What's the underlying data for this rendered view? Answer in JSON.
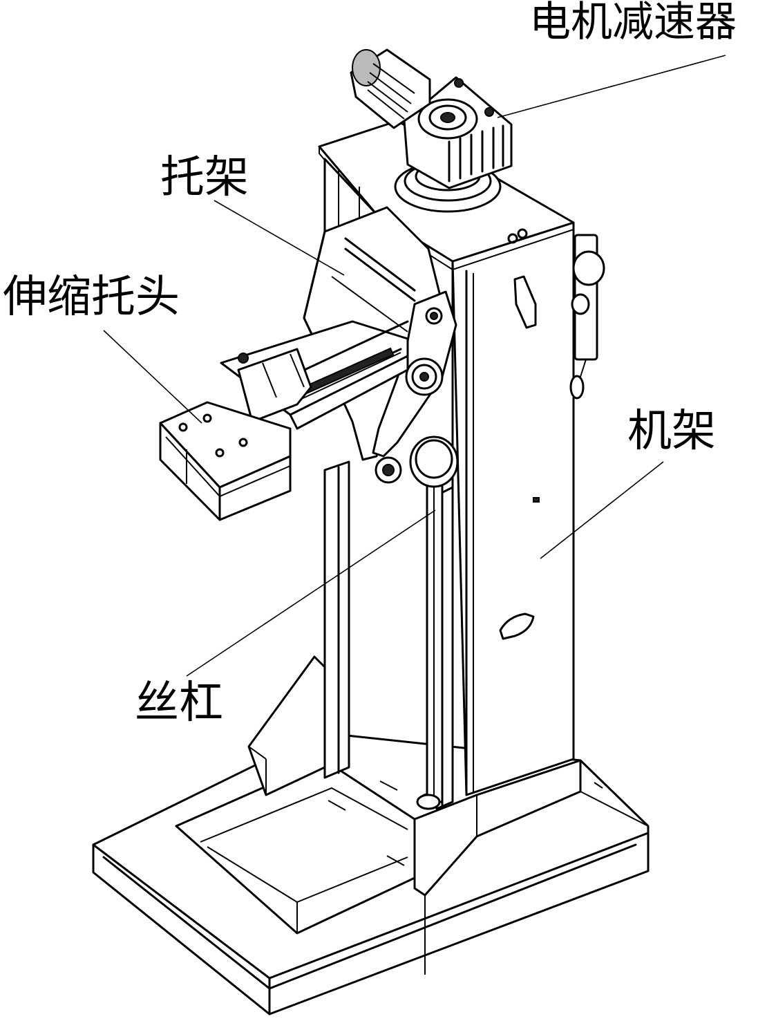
{
  "labels": {
    "motor_reducer": "电机减速器",
    "bracket": "托架",
    "telescopic_head": "伸缩托头",
    "frame": "机架",
    "lead_screw": "丝杠"
  }
}
